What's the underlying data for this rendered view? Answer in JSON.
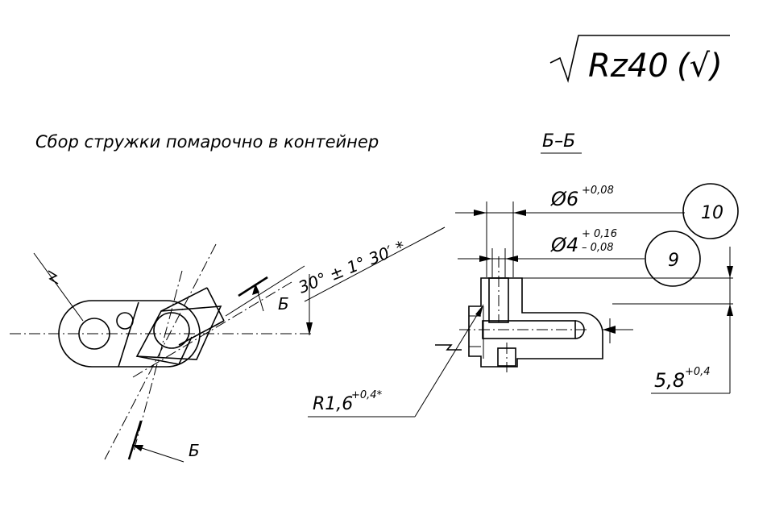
{
  "roughness": {
    "label": "Rz40",
    "suffix": "(√)"
  },
  "note": "Сбор стружки помарочно в контейнер",
  "section_title": "Б–Б",
  "left_view": {
    "angle_dim": "30° ± 1° 30′ *",
    "cut_label_upper": "Б",
    "cut_label_lower": "Б"
  },
  "section_view": {
    "dim_d6": {
      "symbol": "Ø",
      "value": "6",
      "tol_upper": "+0,08"
    },
    "dim_d4": {
      "symbol": "Ø",
      "value": "4",
      "tol_upper": "+ 0,16",
      "tol_lower": "– 0,08"
    },
    "dim_radius": {
      "value": "R1,6",
      "tol": "+0,4*"
    },
    "dim_height": {
      "value": "5,8",
      "tol": "+0,4"
    },
    "balloons": [
      {
        "label": "10"
      },
      {
        "label": "9"
      }
    ]
  }
}
